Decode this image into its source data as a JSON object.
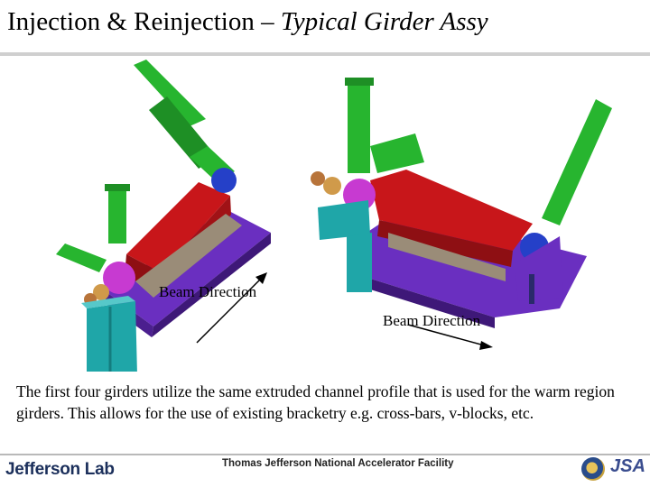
{
  "slide": {
    "title_main": "Injection & Reinjection – ",
    "title_sub": "Typical Girder Assy",
    "label_left": "Beam Direction",
    "label_right": "Beam Direction",
    "body": "The first four girders utilize the same extruded channel profile that is used for the warm region girders.  This allows for the use of existing bracketry e.g. cross-bars, v-blocks, etc."
  },
  "footer": {
    "logo_text": "Jefferson Lab",
    "facility": "Thomas Jefferson National Accelerator Facility",
    "jsa": "JSA"
  },
  "colors": {
    "girder": "#6a2fc0",
    "magnet": "#c8161a",
    "valve": "#27b52f",
    "stand": "#1fa6a8",
    "cross": "#c73ad1",
    "blue_part": "#2540c8",
    "flange": "#d09a4a"
  }
}
